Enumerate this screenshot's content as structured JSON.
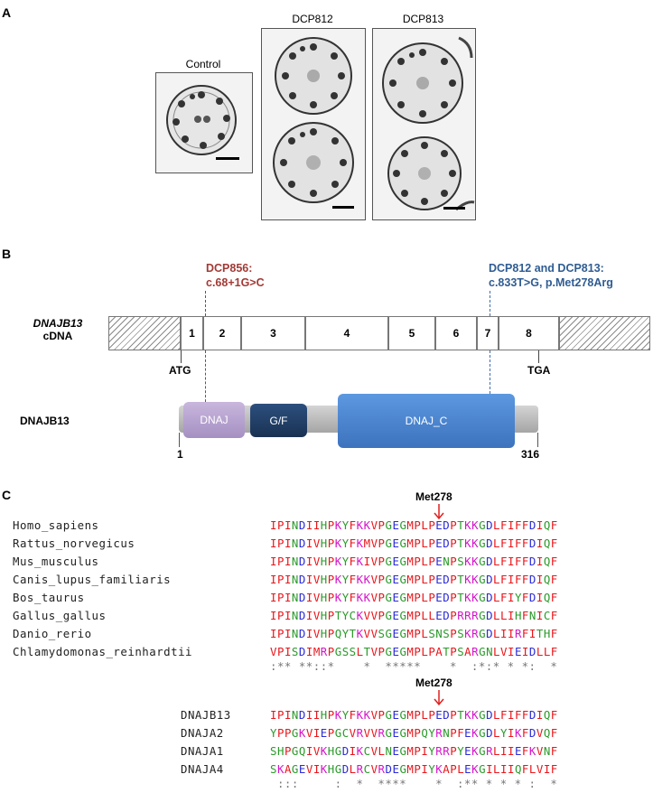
{
  "panels": {
    "a": "A",
    "b": "B",
    "c": "C"
  },
  "panel_a": {
    "control_label": "Control",
    "dcp812_label": "DCP812",
    "dcp813_label": "DCP813"
  },
  "panel_b": {
    "gene_name": "DNAJB13",
    "gene_sub": "cDNA",
    "exons": [
      "1",
      "2",
      "3",
      "4",
      "5",
      "6",
      "7",
      "8"
    ],
    "atg": "ATG",
    "tga": "TGA",
    "mut1_line1": "DCP856:",
    "mut1_line2": "c.68+1G>C",
    "mut2_line1": "DCP812 and DCP813:",
    "mut2_line2": "c.833T>G, p.Met278Arg",
    "protein_name": "DNAJB13",
    "domains": [
      "DNAJ",
      "G/F",
      "DNAJ_C"
    ],
    "start_pos": "1",
    "end_pos": "316",
    "colors": {
      "mut_red": "#a23a35",
      "mut_blue": "#2f5c92",
      "dnaj": "#b9a3cf",
      "gf": "#21416b",
      "dnaj_c": "#4a86d4",
      "backbone": "#b9b9b9"
    }
  },
  "panel_c": {
    "marker": "Met278",
    "species_alignment": [
      {
        "name": "Homo_sapiens",
        "seq": "IPINDIIHPKYFKKVPGEGMPLPEDPTKKGDLFIFFDIQF"
      },
      {
        "name": "Rattus_norvegicus",
        "seq": "IPINDIVHPKYFKMVPGEGMPLPEDPTKKGDLFIFFDIQF"
      },
      {
        "name": "Mus_musculus",
        "seq": "IPINDIVHPKYFKIVPGEGMPLPENPSKKGDLFIFFDIQF"
      },
      {
        "name": "Canis_lupus_familiaris",
        "seq": "IPINDIVHPKYFKKVPGEGMPLPEDPTKKGDLFIFFDIQF"
      },
      {
        "name": "Bos_taurus",
        "seq": "IPINDIVHPKYFKKVPGEGMPLPEDPTKKGDLFIYFDIQF"
      },
      {
        "name": "Gallus_gallus",
        "seq": "IPINDIVHPTYCKVVPGEGMPLLEDPRRRGDLLIHFNICF"
      },
      {
        "name": "Danio_rerio",
        "seq": "IPINDIVHPQYTKVVSGEGMPLSNSPSKRGDLIIRFITHF"
      },
      {
        "name": "Chlamydomonas_reinhardtii",
        "seq": "VPISDIMRPGSSLTVPGEGMPLPATPSARGNLVIEIDLLF"
      }
    ],
    "species_consensus": ":** **::*    *  *****    *  :*:* * *:  *",
    "paralog_alignment": [
      {
        "name": "DNAJB13",
        "seq": "IPINDIIHPKYFKKVPGEGMPLPEDPTKKGDLFIFFDIQF"
      },
      {
        "name": "DNAJA2",
        "seq": "YPPGKVIEPGCVRVVRGEGMPQYRNPFEKGDLYIKFDVQF"
      },
      {
        "name": "DNAJA1",
        "seq": "SHPGQIVKHGDIKCVLNEGMPIYRRPYEKGRLIIEFKVNF"
      },
      {
        "name": "DNAJA4",
        "seq": "SKAGEVIKHGDLRCVRDEGMPIYKAPLEKGILIIQFLVIF"
      }
    ],
    "paralog_consensus": " :::     :  *  ****    *  :** * * * :  *"
  }
}
